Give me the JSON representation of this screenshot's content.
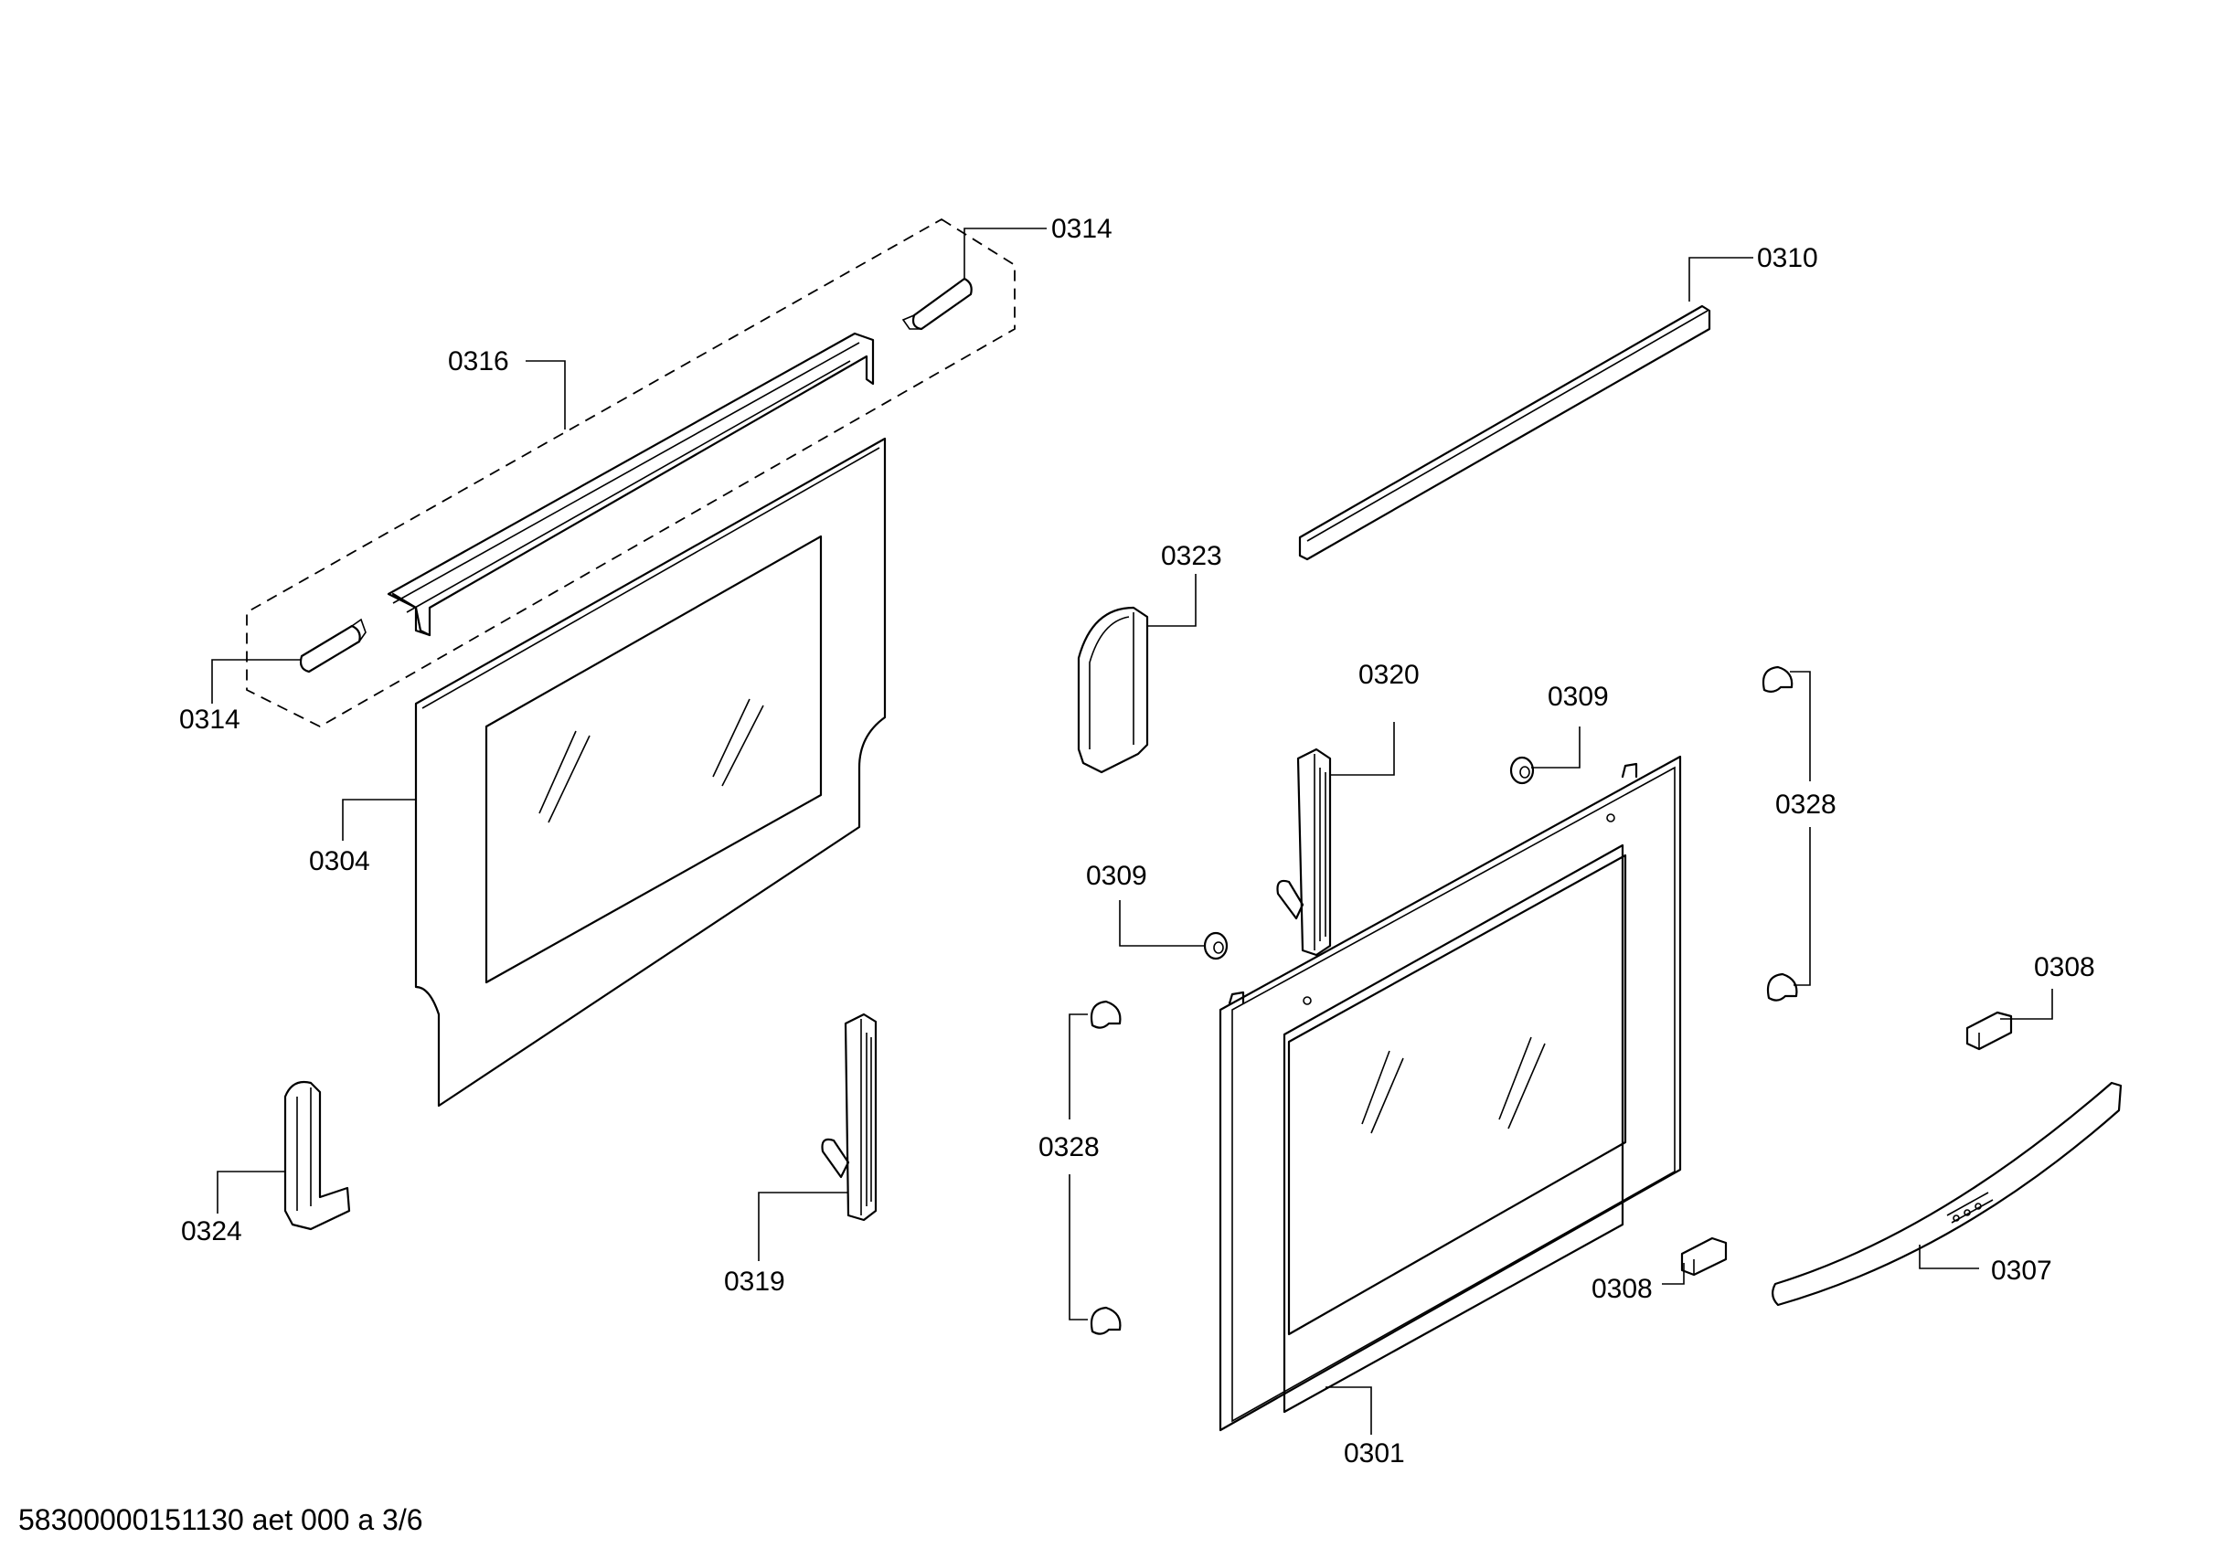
{
  "labels": {
    "p0314_top": "0314",
    "p0314_left": "0314",
    "p0316": "0316",
    "p0310": "0310",
    "p0323": "0323",
    "p0320": "0320",
    "p0309_top": "0309",
    "p0309_left": "0309",
    "p0328_right": "0328",
    "p0328_left": "0328",
    "p0304": "0304",
    "p0324": "0324",
    "p0319": "0319",
    "p0308_right": "0308",
    "p0308_bottom": "0308",
    "p0307": "0307",
    "p0301": "0301"
  },
  "footer": "58300000151130 aet 000 a 3/6"
}
